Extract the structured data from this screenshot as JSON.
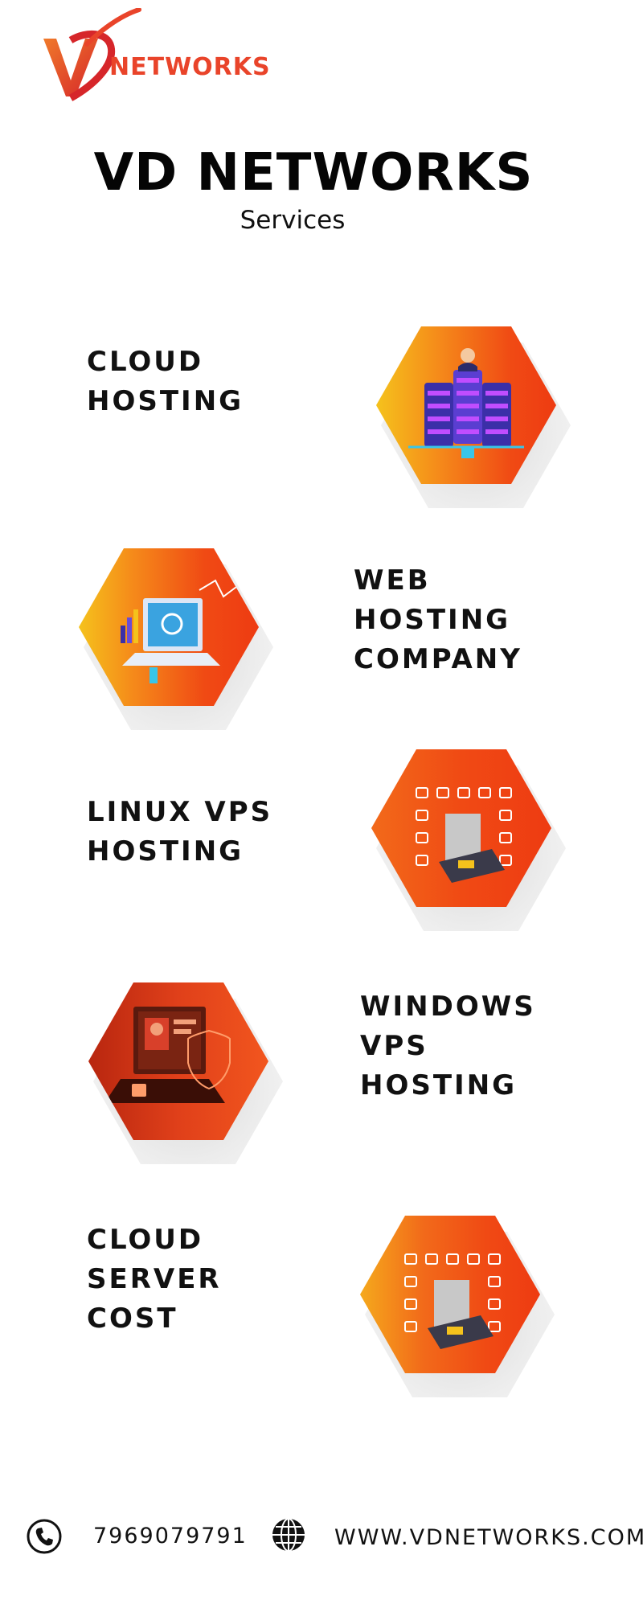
{
  "brand": {
    "logo_text": "NETWORKS",
    "accent_color": "#e9442a"
  },
  "header": {
    "title": "VD NETWORKS",
    "subtitle": "Services"
  },
  "services": [
    {
      "label": "CLOUD\nHOSTING",
      "icon": "server-cluster-icon"
    },
    {
      "label": "WEB\nHOSTING\nCOMPANY",
      "icon": "laptop-analytics-icon"
    },
    {
      "label": "LINUX VPS\nHOSTING",
      "icon": "mobile-apps-icon"
    },
    {
      "label": "WINDOWS\nVPS\nHOSTING",
      "icon": "secure-laptop-icon"
    },
    {
      "label": "CLOUD\nSERVER\nCOST",
      "icon": "mobile-apps-icon"
    }
  ],
  "footer": {
    "phone": "7969079791",
    "website": "WWW.VDNETWORKS.COM",
    "phone_icon": "phone-icon",
    "web_icon": "globe-icon"
  }
}
